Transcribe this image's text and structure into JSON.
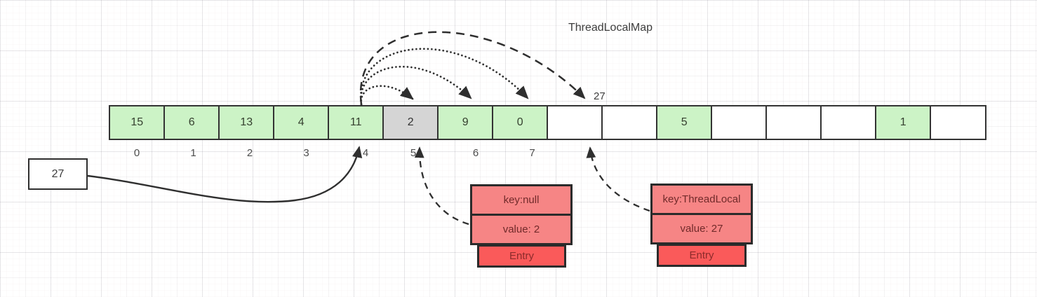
{
  "title": "ThreadLocalMap",
  "array": {
    "cells": [
      {
        "value": "15",
        "state": "occupied"
      },
      {
        "value": "6",
        "state": "occupied"
      },
      {
        "value": "13",
        "state": "occupied"
      },
      {
        "value": "4",
        "state": "occupied"
      },
      {
        "value": "11",
        "state": "occupied"
      },
      {
        "value": "2",
        "state": "stale"
      },
      {
        "value": "9",
        "state": "occupied"
      },
      {
        "value": "0",
        "state": "occupied"
      },
      {
        "value": "",
        "state": "empty"
      },
      {
        "value": "",
        "state": "empty"
      },
      {
        "value": "5",
        "state": "occupied"
      },
      {
        "value": "",
        "state": "empty"
      },
      {
        "value": "",
        "state": "empty"
      },
      {
        "value": "",
        "state": "empty"
      },
      {
        "value": "1",
        "state": "occupied"
      },
      {
        "value": "",
        "state": "empty"
      }
    ],
    "index_labels": [
      "0",
      "1",
      "2",
      "3",
      "4",
      "5",
      "6",
      "7"
    ]
  },
  "probe_result_label": "27",
  "hash_box": {
    "value": "27"
  },
  "entries": [
    {
      "key": "key:null",
      "value": "value: 2",
      "footer": "Entry"
    },
    {
      "key": "key:ThreadLocal",
      "value": "value: 27",
      "footer": "Entry"
    }
  ],
  "colors": {
    "occupied_cell": "#ccf3c6",
    "stale_cell": "#d5d5d5",
    "empty_cell": "#ffffff",
    "entry_body": "#f68585",
    "entry_footer": "#fa5a5a",
    "line": "#2f2f2f"
  }
}
